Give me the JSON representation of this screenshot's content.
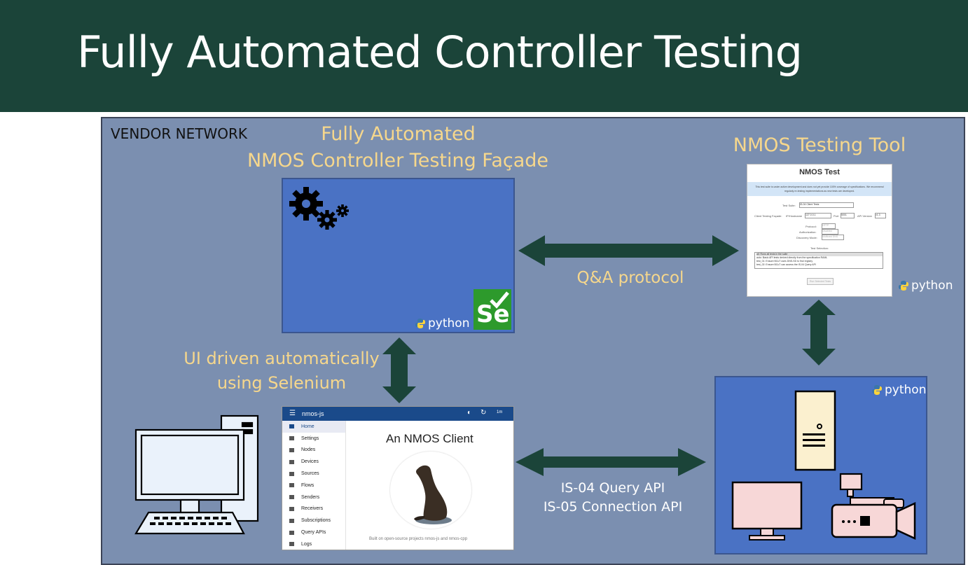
{
  "header": {
    "title": "Fully Automated Controller Testing"
  },
  "vendor_network": {
    "label": "VENDOR NETWORK"
  },
  "facade": {
    "title_line1": "Fully Automated",
    "title_line2": "NMOS Controller Testing Façade",
    "python": "python",
    "selenium": "Se"
  },
  "testing_tool": {
    "title": "NMOS Testing Tool",
    "page_title": "NMOS Test",
    "warning": "This test suite is under active development and does not yet provide 100% coverage of specifications. We recommend regularly re-testing implementations as new tests are developed.",
    "test_suite_label": "Test Suite:",
    "test_suite_value": "IS-04 Client Tests",
    "facade_label": "Client Testing Façade:",
    "ip_label": "IP/Hostname",
    "ip_value": "127.0.0.1",
    "port_label": "Port",
    "port_value": "5001",
    "api_version_label": "API Version",
    "api_version_value": "v1.3",
    "protocol_label": "Protocol:",
    "protocol_value": "HTTP",
    "auth_label": "Authorization:",
    "auth_value": "Disabled",
    "discovery_label": "Discovery Mode:",
    "discovery_value": "Multicast DNS",
    "selection_label": "Test Selection:",
    "tests": [
      "all: Runs all tests in the suite",
      "auto: Basic API tests derived directly from the specification RAML",
      "test_01: Ensure BCuT uses DNS-SD to find registry",
      "test_02: Ensure BCuT can access the IS-04 Query API"
    ],
    "run_button": "Run Selected Tests",
    "python": "python"
  },
  "arrows": {
    "qa_label": "Q&A protocol",
    "ui_label_line1": "UI driven automatically",
    "ui_label_line2": "using Selenium",
    "api_label_line1": "IS-04 Query API",
    "api_label_line2": "IS-05 Connection API"
  },
  "client": {
    "app_name": "nmos-js",
    "title": "An NMOS Client",
    "menu": [
      "Home",
      "Settings",
      "Nodes",
      "Devices",
      "Sources",
      "Flows",
      "Senders",
      "Receivers",
      "Subscriptions",
      "Query APIs",
      "Logs"
    ],
    "footer": "Built on open-source projects nmos-js and nmos-cpp",
    "toolbar_extra": "1m"
  },
  "node": {
    "python": "python"
  },
  "colors": {
    "header_bg": "#1b4439",
    "vendor_bg": "#7b8fb0",
    "box_blue": "#4a72c4",
    "arrow": "#1b4439",
    "accent_text": "#f6d78c"
  }
}
